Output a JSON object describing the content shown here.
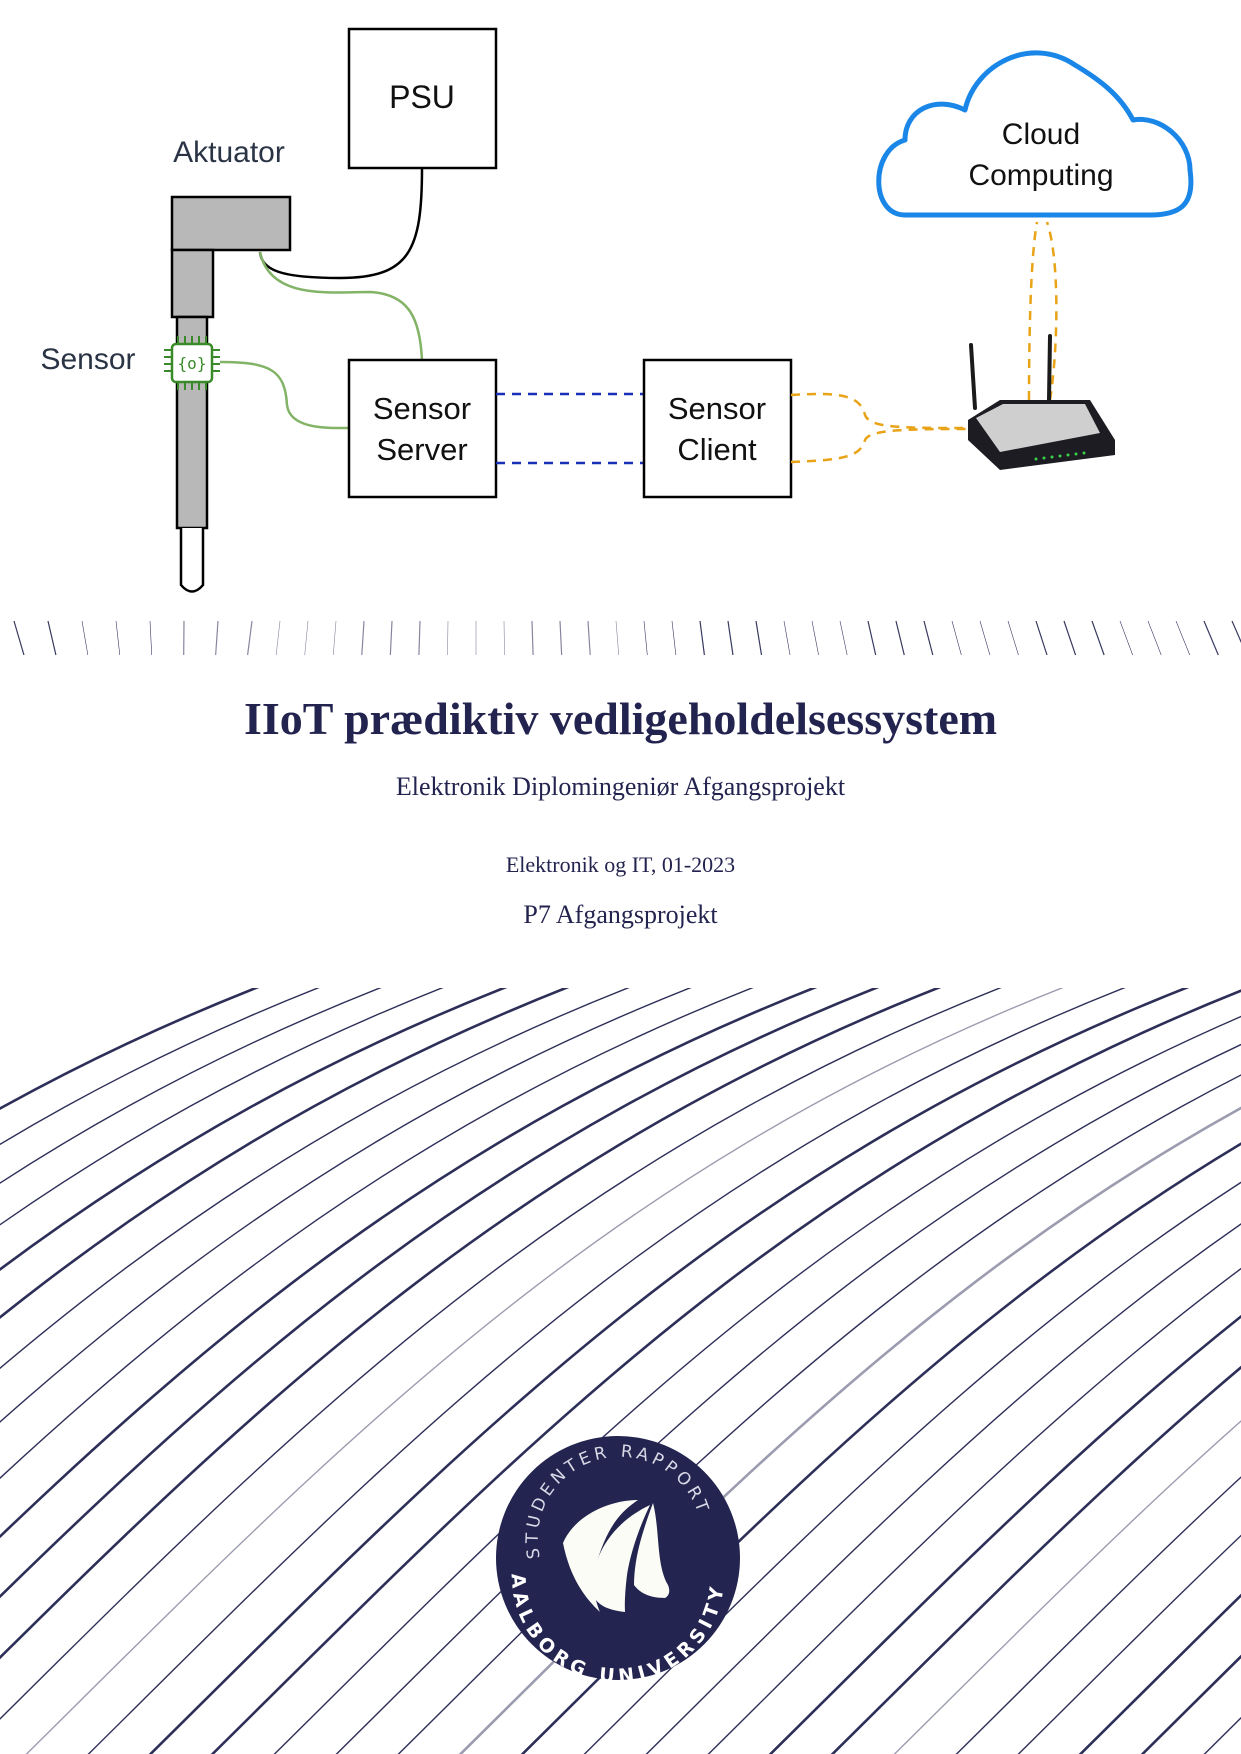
{
  "diagram": {
    "psu_label": "PSU",
    "actuator_label": "Aktuator",
    "sensor_label": "Sensor",
    "sensor_server_line1": "Sensor",
    "sensor_server_line2": "Server",
    "sensor_client_line1": "Sensor",
    "sensor_client_line2": "Client",
    "cloud_line1": "Cloud",
    "cloud_line2": "Computing",
    "colors": {
      "power_wire": "#000000",
      "sensor_wire": "#82b366",
      "server_client_link": "#1a2fb8",
      "wireless_link": "#e8a317",
      "cloud_outline": "#1a87e8",
      "actuator_fill": "#b8b8b8",
      "sensor_chip": "#3a8a2a"
    }
  },
  "cover": {
    "title": "IIoT prædiktiv vedligeholdelsessystem",
    "subtitle": "Elektronik Diplomingeniør Afgangsprojekt",
    "department_date": "Elektronik og IT, 01-2023",
    "project": "P7 Afgangsprojekt",
    "text_color": "#23234f"
  },
  "logo": {
    "top_text": "STUDENTER RAPPORT",
    "bottom_text": "AALBORG UNIVERSITY",
    "fill": "#23244f"
  }
}
